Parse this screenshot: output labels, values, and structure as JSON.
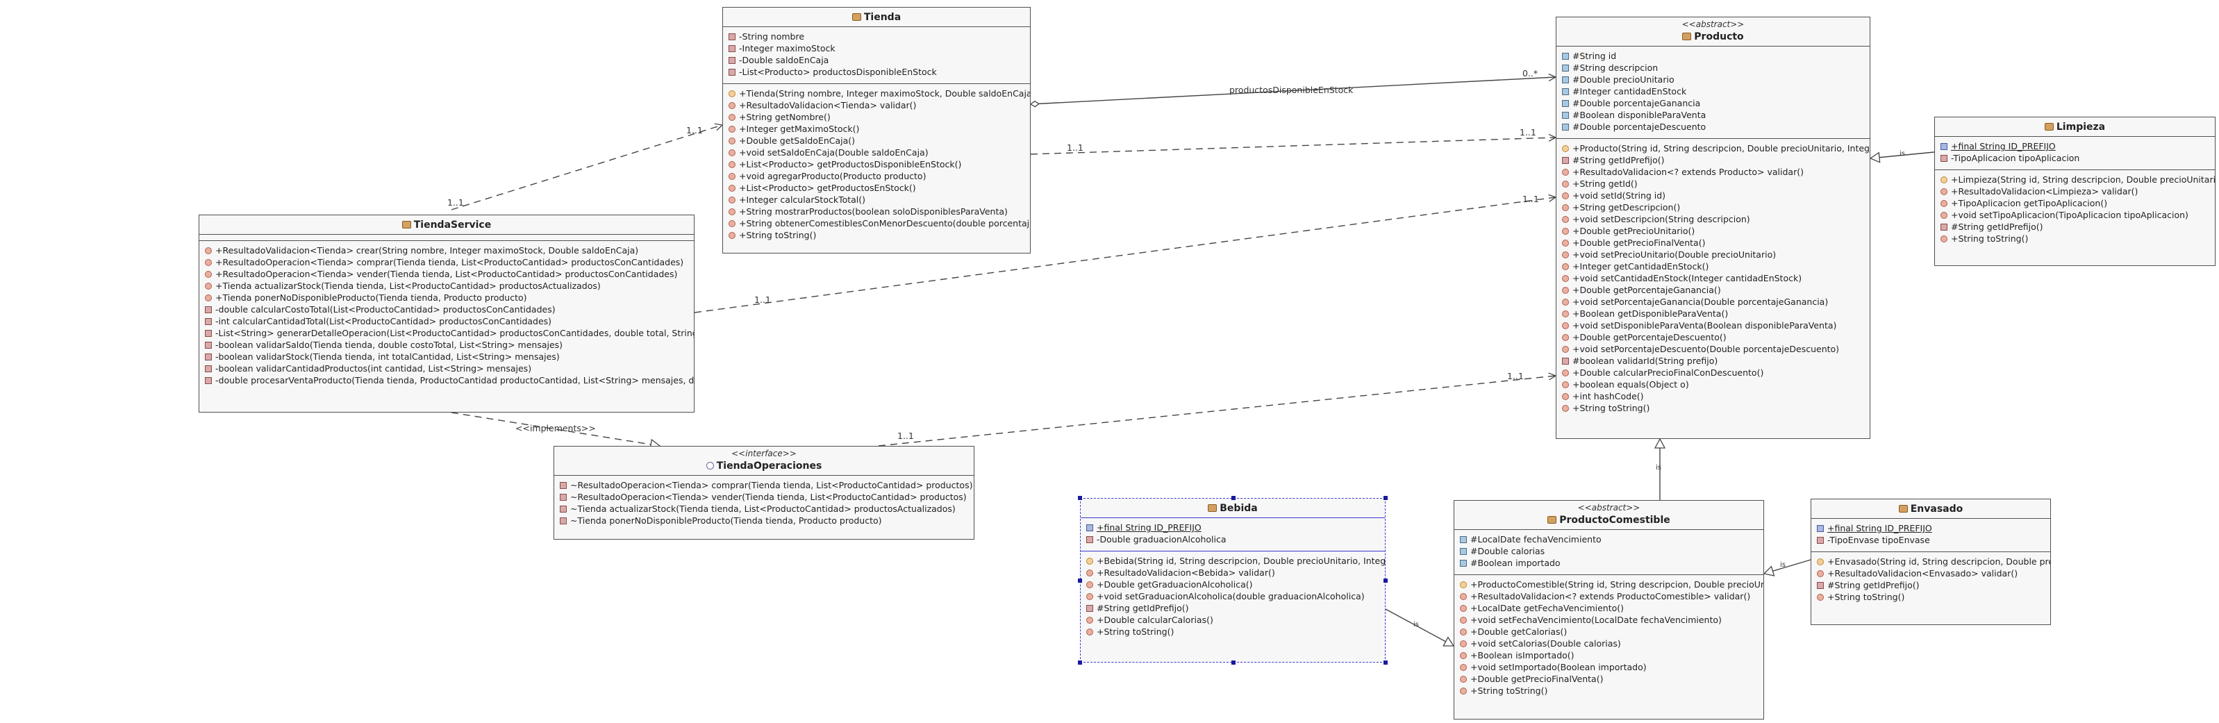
{
  "classes": {
    "tienda": {
      "name": "Tienda",
      "attributes": [
        {
          "vis": "priv",
          "text": "-String nombre"
        },
        {
          "vis": "priv",
          "text": "-Integer maximoStock"
        },
        {
          "vis": "priv",
          "text": "-Double saldoEnCaja"
        },
        {
          "vis": "priv",
          "text": "-List<Producto> productosDisponibleEnStock"
        }
      ],
      "operations": [
        {
          "vis": "ctor",
          "text": "+Tienda(String nombre, Integer maximoStock, Double saldoEnCaja)"
        },
        {
          "vis": "pub",
          "text": "+ResultadoValidacion<Tienda> validar()"
        },
        {
          "vis": "pub",
          "text": "+String getNombre()"
        },
        {
          "vis": "pub",
          "text": "+Integer getMaximoStock()"
        },
        {
          "vis": "pub",
          "text": "+Double getSaldoEnCaja()"
        },
        {
          "vis": "pub",
          "text": "+void setSaldoEnCaja(Double saldoEnCaja)"
        },
        {
          "vis": "pub",
          "text": "+List<Producto> getProductosDisponibleEnStock()"
        },
        {
          "vis": "pub",
          "text": "+void agregarProducto(Producto producto)"
        },
        {
          "vis": "pub",
          "text": "+List<Producto> getProductosEnStock()"
        },
        {
          "vis": "pub",
          "text": "+Integer calcularStockTotal()"
        },
        {
          "vis": "pub",
          "text": "+String mostrarProductos(boolean soloDisponiblesParaVenta)"
        },
        {
          "vis": "pub",
          "text": "+String obtenerComestiblesConMenorDescuento(double porcentajeDescuento)"
        },
        {
          "vis": "pub",
          "text": "+String toString()"
        }
      ]
    },
    "tiendaService": {
      "name": "TiendaService",
      "operations": [
        {
          "vis": "pub",
          "text": "+ResultadoValidacion<Tienda> crear(String nombre, Integer maximoStock, Double saldoEnCaja)"
        },
        {
          "vis": "pub",
          "text": "+ResultadoOperacion<Tienda> comprar(Tienda tienda, List<ProductoCantidad> productosConCantidades)"
        },
        {
          "vis": "pub",
          "text": "+ResultadoOperacion<Tienda> vender(Tienda tienda, List<ProductoCantidad> productosConCantidades)"
        },
        {
          "vis": "pub",
          "text": "+Tienda actualizarStock(Tienda tienda, List<ProductoCantidad> productosActualizados)"
        },
        {
          "vis": "pub",
          "text": "+Tienda ponerNoDisponibleProducto(Tienda tienda, Producto producto)"
        },
        {
          "vis": "priv",
          "text": "-double calcularCostoTotal(List<ProductoCantidad> productosConCantidades)"
        },
        {
          "vis": "priv",
          "text": "-int calcularCantidadTotal(List<ProductoCantidad> productosConCantidades)"
        },
        {
          "vis": "priv",
          "text": "-List<String> generarDetalleOperacion(List<ProductoCantidad> productosConCantidades, double total, String tipoOperacion)"
        },
        {
          "vis": "priv",
          "text": "-boolean validarSaldo(Tienda tienda, double costoTotal, List<String> mensajes)"
        },
        {
          "vis": "priv",
          "text": "-boolean validarStock(Tienda tienda, int totalCantidad, List<String> mensajes)"
        },
        {
          "vis": "priv",
          "text": "-boolean validarCantidadProductos(int cantidad, List<String> mensajes)"
        },
        {
          "vis": "priv",
          "text": "-double procesarVentaProducto(Tienda tienda, ProductoCantidad productoCantidad, List<String> mensajes, double totalVenta)"
        }
      ]
    },
    "tiendaOperaciones": {
      "stereotype": "<<interface>>",
      "name": "TiendaOperaciones",
      "operations": [
        {
          "vis": "priv",
          "text": "~ResultadoOperacion<Tienda> comprar(Tienda tienda, List<ProductoCantidad> productos)"
        },
        {
          "vis": "priv",
          "text": "~ResultadoOperacion<Tienda> vender(Tienda tienda, List<ProductoCantidad> productos)"
        },
        {
          "vis": "priv",
          "text": "~Tienda actualizarStock(Tienda tienda, List<ProductoCantidad> productosActualizados)"
        },
        {
          "vis": "priv",
          "text": "~Tienda ponerNoDisponibleProducto(Tienda tienda, Producto producto)"
        }
      ]
    },
    "producto": {
      "stereotype": "<<abstract>>",
      "name": "Producto",
      "attributes": [
        {
          "vis": "prot",
          "text": "#String id"
        },
        {
          "vis": "prot",
          "text": "#String descripcion"
        },
        {
          "vis": "prot",
          "text": "#Double precioUnitario"
        },
        {
          "vis": "prot",
          "text": "#Integer cantidadEnStock"
        },
        {
          "vis": "prot",
          "text": "#Double porcentajeGanancia"
        },
        {
          "vis": "prot",
          "text": "#Boolean disponibleParaVenta"
        },
        {
          "vis": "prot",
          "text": "#Double porcentajeDescuento"
        }
      ],
      "operations": [
        {
          "vis": "ctor",
          "text": "+Producto(String id, String descripcion, Double precioUnitario, Integer cantidadEnStock)"
        },
        {
          "vis": "priv",
          "text": "#String getIdPrefijo()"
        },
        {
          "vis": "pub",
          "text": "+ResultadoValidacion<? extends Producto> validar()"
        },
        {
          "vis": "pub",
          "text": "+String getId()"
        },
        {
          "vis": "pub",
          "text": "+void setId(String id)"
        },
        {
          "vis": "pub",
          "text": "+String getDescripcion()"
        },
        {
          "vis": "pub",
          "text": "+void setDescripcion(String descripcion)"
        },
        {
          "vis": "pub",
          "text": "+Double getPrecioUnitario()"
        },
        {
          "vis": "pub",
          "text": "+Double getPrecioFinalVenta()"
        },
        {
          "vis": "pub",
          "text": "+void setPrecioUnitario(Double precioUnitario)"
        },
        {
          "vis": "pub",
          "text": "+Integer getCantidadEnStock()"
        },
        {
          "vis": "pub",
          "text": "+void setCantidadEnStock(Integer cantidadEnStock)"
        },
        {
          "vis": "pub",
          "text": "+Double getPorcentajeGanancia()"
        },
        {
          "vis": "pub",
          "text": "+void setPorcentajeGanancia(Double porcentajeGanancia)"
        },
        {
          "vis": "pub",
          "text": "+Boolean getDisponibleParaVenta()"
        },
        {
          "vis": "pub",
          "text": "+void setDisponibleParaVenta(Boolean disponibleParaVenta)"
        },
        {
          "vis": "pub",
          "text": "+Double getPorcentajeDescuento()"
        },
        {
          "vis": "pub",
          "text": "+void setPorcentajeDescuento(Double porcentajeDescuento)"
        },
        {
          "vis": "priv",
          "text": "#boolean validarId(String prefijo)"
        },
        {
          "vis": "pub",
          "text": "+Double calcularPrecioFinalConDescuento()"
        },
        {
          "vis": "pub",
          "text": "+boolean equals(Object o)"
        },
        {
          "vis": "pub",
          "text": "+int hashCode()"
        },
        {
          "vis": "pub",
          "text": "+String toString()"
        }
      ]
    },
    "limpieza": {
      "name": "Limpieza",
      "attributes": [
        {
          "vis": "stat",
          "text": "+final String ID_PREFIJO",
          "underline": true
        },
        {
          "vis": "priv",
          "text": "-TipoAplicacion tipoAplicacion"
        }
      ],
      "operations": [
        {
          "vis": "ctor",
          "text": "+Limpieza(String id, String descripcion, Double precioUnitario, Integer cantidadEnStock, TipoAplicacion tipoAplicacion)"
        },
        {
          "vis": "pub",
          "text": "+ResultadoValidacion<Limpieza> validar()"
        },
        {
          "vis": "pub",
          "text": "+TipoAplicacion getTipoAplicacion()"
        },
        {
          "vis": "pub",
          "text": "+void setTipoAplicacion(TipoAplicacion tipoAplicacion)"
        },
        {
          "vis": "priv",
          "text": "#String getIdPrefijo()"
        },
        {
          "vis": "pub",
          "text": "+String toString()"
        }
      ]
    },
    "productoComestible": {
      "stereotype": "<<abstract>>",
      "name": "ProductoComestible",
      "attributes": [
        {
          "vis": "prot",
          "text": "#LocalDate fechaVencimiento"
        },
        {
          "vis": "prot",
          "text": "#Double calorias"
        },
        {
          "vis": "prot",
          "text": "#Boolean importado"
        }
      ],
      "operations": [
        {
          "vis": "ctor",
          "text": "+ProductoComestible(String id, String descripcion, Double precioUnitario, Integer cantidadEnStock)"
        },
        {
          "vis": "pub",
          "text": "+ResultadoValidacion<? extends ProductoComestible> validar()"
        },
        {
          "vis": "pub",
          "text": "+LocalDate getFechaVencimiento()"
        },
        {
          "vis": "pub",
          "text": "+void setFechaVencimiento(LocalDate fechaVencimiento)"
        },
        {
          "vis": "pub",
          "text": "+Double getCalorias()"
        },
        {
          "vis": "pub",
          "text": "+void setCalorias(Double calorias)"
        },
        {
          "vis": "pub",
          "text": "+Boolean isImportado()"
        },
        {
          "vis": "pub",
          "text": "+void setImportado(Boolean importado)"
        },
        {
          "vis": "pub",
          "text": "+Double getPrecioFinalVenta()"
        },
        {
          "vis": "pub",
          "text": "+String toString()"
        }
      ]
    },
    "bebida": {
      "name": "Bebida",
      "attributes": [
        {
          "vis": "stat",
          "text": "+final String ID_PREFIJO",
          "underline": true
        },
        {
          "vis": "priv",
          "text": "-Double graduacionAlcoholica"
        }
      ],
      "operations": [
        {
          "vis": "ctor",
          "text": "+Bebida(String id, String descripcion, Double precioUnitario, Integer cantidadEnStock)"
        },
        {
          "vis": "pub",
          "text": "+ResultadoValidacion<Bebida> validar()"
        },
        {
          "vis": "pub",
          "text": "+Double getGraduacionAlcoholica()"
        },
        {
          "vis": "pub",
          "text": "+void setGraduacionAlcoholica(double graduacionAlcoholica)"
        },
        {
          "vis": "priv",
          "text": "#String getIdPrefijo()"
        },
        {
          "vis": "pub",
          "text": "+Double calcularCalorias()"
        },
        {
          "vis": "pub",
          "text": "+String toString()"
        }
      ]
    },
    "envasado": {
      "name": "Envasado",
      "attributes": [
        {
          "vis": "stat",
          "text": "+final String ID_PREFIJO",
          "underline": true
        },
        {
          "vis": "priv",
          "text": "-TipoEnvase tipoEnvase"
        }
      ],
      "operations": [
        {
          "vis": "ctor",
          "text": "+Envasado(String id, String descripcion, Double precioUnitario, Integer cantidadEnStock)"
        },
        {
          "vis": "pub",
          "text": "+ResultadoValidacion<Envasado> validar()"
        },
        {
          "vis": "priv",
          "text": "#String getIdPrefijo()"
        },
        {
          "vis": "pub",
          "text": "+String toString()"
        }
      ]
    }
  },
  "edges": {
    "productosLabel": "productosDisponibleEnStock",
    "implementsLabel": "<<implements>>",
    "mult_0n": "0..*",
    "mult_11": "1..1",
    "isLabel": "is"
  }
}
